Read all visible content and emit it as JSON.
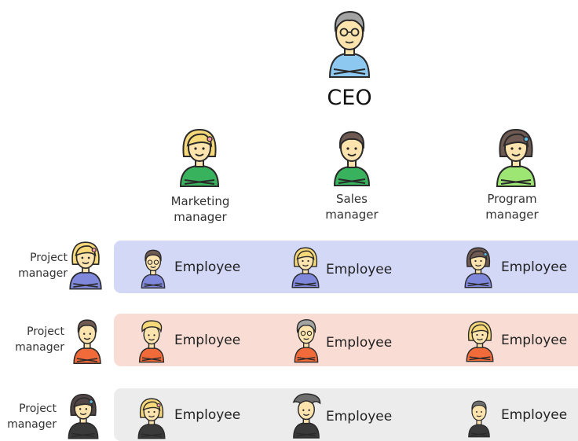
{
  "colors": {
    "band_1": "#d3d8f7",
    "band_2": "#f9ddd5",
    "band_3": "#ececec",
    "outline": "#2a2a2a",
    "skin": "#fde3ae",
    "hair_gray": "#a3a3a3",
    "hair_blonde": "#f7d97a",
    "hair_brown": "#6e5a52",
    "hair_dark": "#524545",
    "shirt_blue": "#8dc8f0",
    "shirt_green": "#38b25d",
    "shirt_lightgreen": "#9ee673",
    "shirt_purple": "#8088dc",
    "shirt_orange": "#f06a3a",
    "shirt_black": "#3a3a3a",
    "shirt_gray": "#9a9a9a"
  },
  "ceo": {
    "label": "CEO",
    "icon": "ceo-avatar-icon"
  },
  "managers": [
    {
      "label": "Marketing\nmanager",
      "icon": "marketing-manager-avatar-icon"
    },
    {
      "label": "Sales\nmanager",
      "icon": "sales-manager-avatar-icon"
    },
    {
      "label": "Program\nmanager",
      "icon": "program-manager-avatar-icon"
    }
  ],
  "project_teams": [
    {
      "lead_label": "Project\nmanager",
      "employees": [
        "Employee",
        "Employee",
        "Employee"
      ]
    },
    {
      "lead_label": "Project\nmanager",
      "employees": [
        "Employee",
        "Employee",
        "Employee"
      ]
    },
    {
      "lead_label": "Project\nmanager",
      "employees": [
        "Employee",
        "Employee",
        "Employee"
      ]
    }
  ]
}
